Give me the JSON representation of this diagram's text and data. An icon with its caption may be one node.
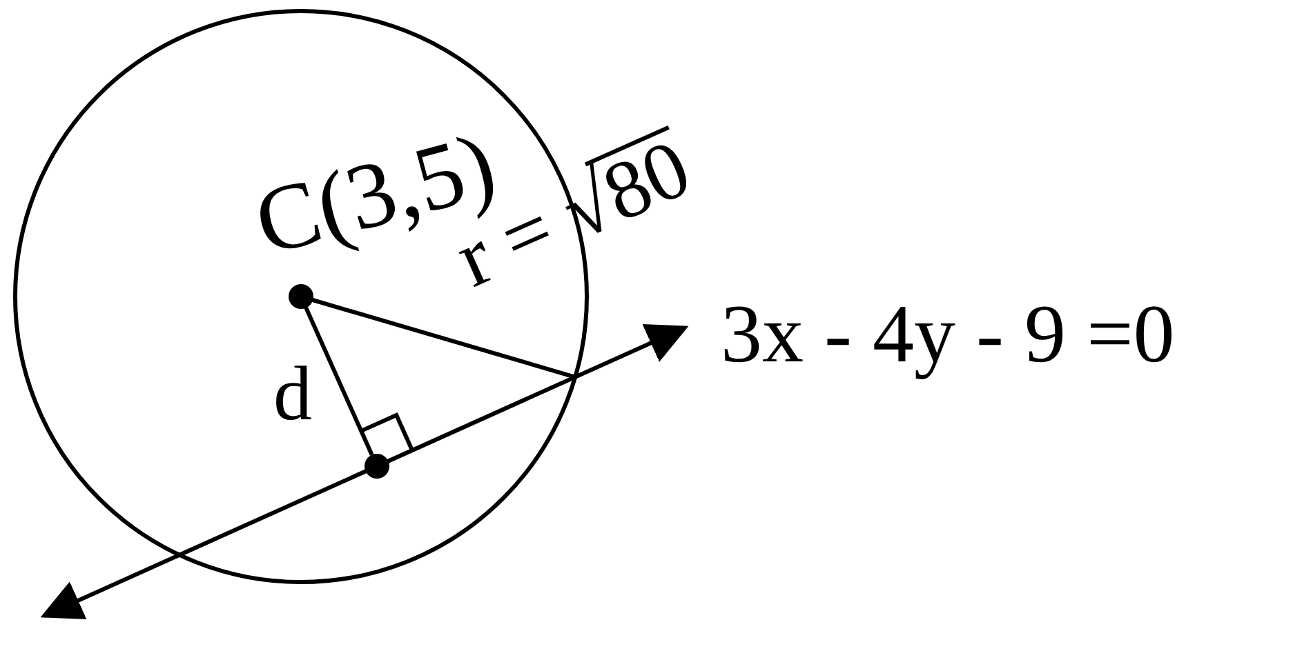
{
  "diagram": {
    "nodes": [
      {
        "text": [],
        "shape": "circle",
        "beside": [
          "C(3,5)"
        ]
      },
      {
        "text": [],
        "shape": "circle"
      }
    ],
    "edges": [
      {
        "from": 0,
        "to": 1,
        "arrow": "none",
        "label": "d"
      },
      {
        "from": 0,
        "to": null,
        "arrow": "none",
        "label": "r = √80"
      }
    ],
    "labels": [
      "3x - 4y - 9 =0"
    ]
  }
}
